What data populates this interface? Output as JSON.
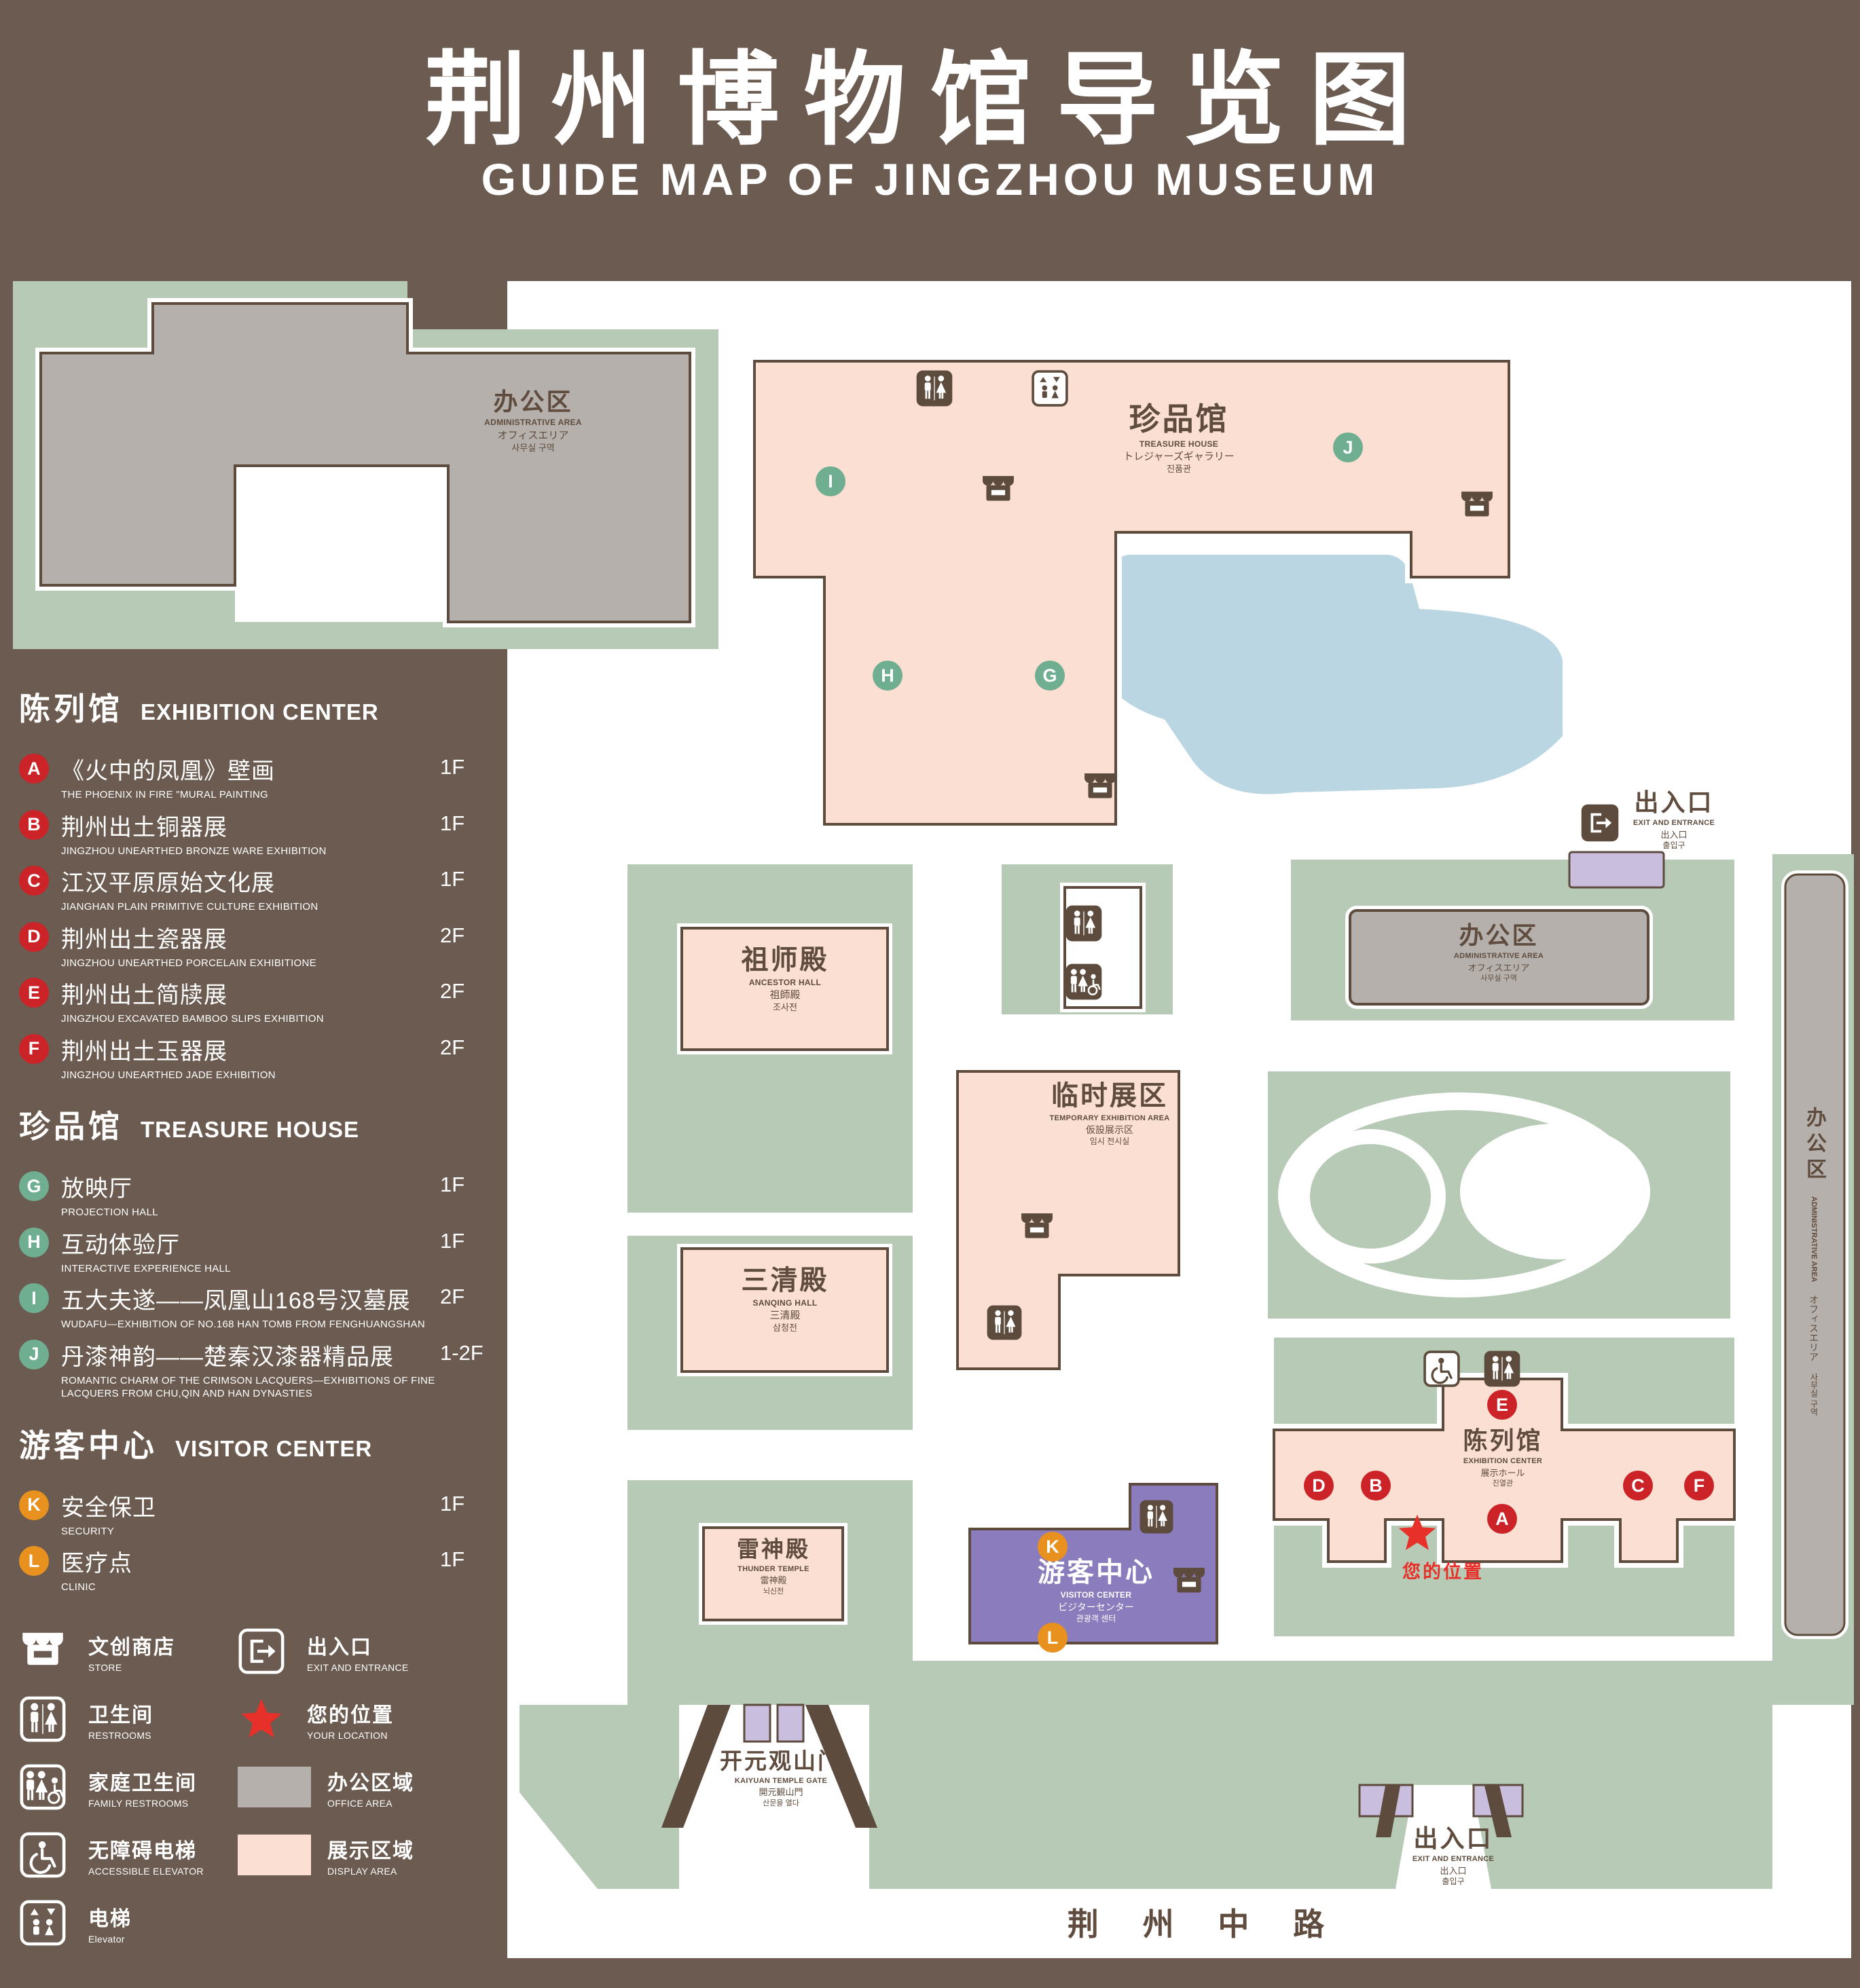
{
  "title": {
    "zh": "荆州博物馆导览图",
    "en": "GUIDE MAP OF JINGZHOU MUSEUM"
  },
  "colors": {
    "background": "#6b5b50",
    "green": "#b6cab5",
    "pink": "#fadfd2",
    "gray": "#b5b0ab",
    "purple": "#8a7cbd",
    "light_purple": "#c9bede",
    "pond": "#b9d6e2",
    "marker_red": "#cb2328",
    "marker_green": "#6fae91",
    "marker_orange": "#e8911f",
    "dark": "#5d4b3d",
    "location_red": "#e8302a"
  },
  "legend": {
    "sections": [
      {
        "zh": "陈列馆",
        "en": "EXHIBITION CENTER",
        "items": [
          {
            "key": "A",
            "zh": "《火中的凤凰》壁画",
            "en": "THE PHOENIX IN FIRE \"MURAL PAINTING",
            "floor": "1F"
          },
          {
            "key": "B",
            "zh": "荆州出土铜器展",
            "en": "JINGZHOU UNEARTHED BRONZE WARE EXHIBITION",
            "floor": "1F"
          },
          {
            "key": "C",
            "zh": "江汉平原原始文化展",
            "en": "JIANGHAN PLAIN PRIMITIVE CULTURE EXHIBITION",
            "floor": "1F"
          },
          {
            "key": "D",
            "zh": "荆州出土瓷器展",
            "en": "JINGZHOU UNEARTHED PORCELAIN EXHIBITIONE",
            "floor": "2F"
          },
          {
            "key": "E",
            "zh": "荆州出土简牍展",
            "en": "JINGZHOU EXCAVATED BAMBOO SLIPS EXHIBITION",
            "floor": "2F"
          },
          {
            "key": "F",
            "zh": "荆州出土玉器展",
            "en": "JINGZHOU UNEARTHED JADE EXHIBITION",
            "floor": "2F"
          }
        ]
      },
      {
        "zh": "珍品馆",
        "en": "TREASURE HOUSE",
        "items": [
          {
            "key": "G",
            "zh": "放映厅",
            "en": "PROJECTION HALL",
            "floor": "1F"
          },
          {
            "key": "H",
            "zh": "互动体验厅",
            "en": "INTERACTIVE EXPERIENCE HALL",
            "floor": "1F"
          },
          {
            "key": "I",
            "zh": "五大夫遂——凤凰山168号汉墓展",
            "en": "WUDAFU—EXHIBITION OF NO.168 HAN TOMB FROM FENGHUANGSHAN",
            "floor": "2F"
          },
          {
            "key": "J",
            "zh": "丹漆神韵——楚秦汉漆器精品展",
            "en": "ROMANTIC CHARM OF THE CRIMSON LACQUERS—EXHIBITIONS OF FINE LACQUERS FROM CHU,QIN AND HAN DYNASTIES",
            "floor": "1-2F"
          }
        ]
      },
      {
        "zh": "游客中心",
        "en": "VISITOR CENTER",
        "items": [
          {
            "key": "K",
            "zh": "安全保卫",
            "en": "SECURITY",
            "floor": "1F"
          },
          {
            "key": "L",
            "zh": "医疗点",
            "en": "CLINIC",
            "floor": "1F"
          }
        ]
      }
    ],
    "symbols": [
      {
        "icon": "store",
        "zh": "文创商店",
        "en": "STORE"
      },
      {
        "icon": "exit",
        "zh": "出入口",
        "en": "EXIT AND ENTRANCE"
      },
      {
        "icon": "restroom",
        "zh": "卫生间",
        "en": "RESTROOMS"
      },
      {
        "icon": "location",
        "zh": "您的位置",
        "en": "YOUR LOCATION"
      },
      {
        "icon": "family-restroom",
        "zh": "家庭卫生间",
        "en": "FAMILY RESTROOMS"
      },
      {
        "icon": "office-swatch",
        "zh": "办公区域",
        "en": "OFFICE AREA"
      },
      {
        "icon": "accessible-elevator",
        "zh": "无障碍电梯",
        "en": "ACCESSIBLE ELEVATOR"
      },
      {
        "icon": "display-swatch",
        "zh": "展示区域",
        "en": "DISPLAY AREA"
      },
      {
        "icon": "elevator",
        "zh": "电梯",
        "en": "Elevator"
      }
    ]
  },
  "map": {
    "labels": {
      "office_tl": {
        "zh": "办公区",
        "en": "ADMINISTRATIVE AREA",
        "jp": "オフィスエリア",
        "kr": "사무실 구역"
      },
      "treasure_house": {
        "zh": "珍品馆",
        "en": "TREASURE HOUSE",
        "jp": "トレジャーズギャラリー",
        "kr": "진품관"
      },
      "exit_top": {
        "zh": "出入口",
        "en": "EXIT AND ENTRANCE",
        "jp": "出入口",
        "kr": "출입구"
      },
      "office_mid": {
        "zh": "办公区",
        "en": "ADMINISTRATIVE AREA",
        "jp": "オフィスエリア",
        "kr": "사무실 구역"
      },
      "office_right": {
        "zh": "办公区",
        "en": "ADMINISTRATIVE AREA",
        "jp": "オフィスエリア",
        "kr": "사무실 구역"
      },
      "ancestor_hall": {
        "zh": "祖师殿",
        "en": "ANCESTOR HALL",
        "jp": "祖師殿",
        "kr": "조사전"
      },
      "temporary_area": {
        "zh": "临时展区",
        "en": "TEMPORARY EXHIBITION AREA",
        "jp": "仮設展示区",
        "kr": "임시 전시실"
      },
      "sanqing_hall": {
        "zh": "三清殿",
        "en": "SANQING HALL",
        "jp": "三清殿",
        "kr": "삼청전"
      },
      "thunder_temple": {
        "zh": "雷神殿",
        "en": "THUNDER TEMPLE",
        "jp": "雷神殿",
        "kr": "뇌신전"
      },
      "visitor_center": {
        "zh": "游客中心",
        "en": "VISITOR CENTER",
        "jp": "ビジターセンター",
        "kr": "관광객 센터"
      },
      "exhibition_center": {
        "zh": "陈列馆",
        "en": "EXHIBITION CENTER",
        "jp": "展示ホール",
        "kr": "진열관"
      },
      "your_location": {
        "zh": "您的位置",
        "en": "YOUR LOCATION"
      },
      "kaiyuan_gate": {
        "zh": "开元观山门",
        "en": "KAIYUAN TEMPLE GATE",
        "jp": "開元観山門",
        "kr": "산문을 열다"
      },
      "exit_bottom": {
        "zh": "出入口",
        "en": "EXIT AND ENTRANCE",
        "jp": "出入口",
        "kr": "출입구"
      },
      "road": {
        "zh": "荆 州 中 路"
      }
    },
    "markers": {
      "a": "A",
      "b": "B",
      "c": "C",
      "d": "D",
      "e": "E",
      "f": "F",
      "g": "G",
      "h": "H",
      "i": "I",
      "j": "J",
      "k": "K",
      "l": "L"
    }
  }
}
